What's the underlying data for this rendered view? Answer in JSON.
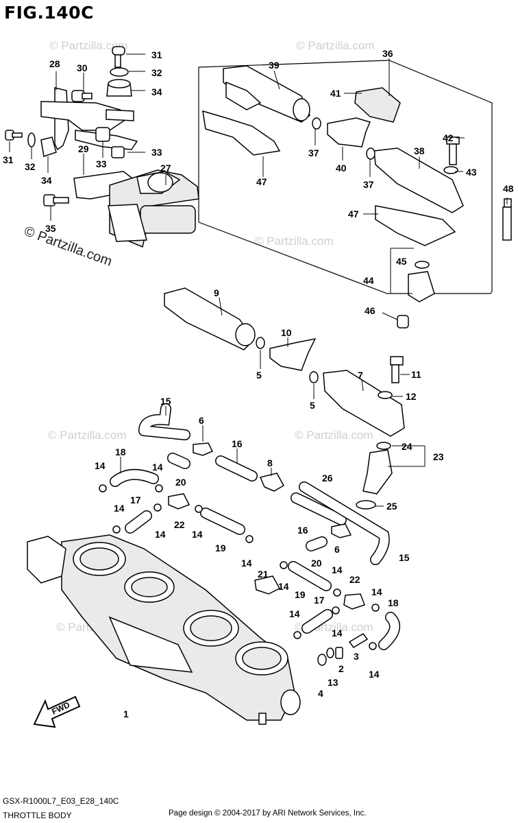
{
  "figure": {
    "title": "FIG.140C"
  },
  "watermarks": {
    "main": "© Partzilla.com",
    "faint": "© Partzilla.com"
  },
  "footer": {
    "model_code": "GSX-R1000L7_E03_E28_140C",
    "section_name": "THROTTLE BODY",
    "credit": "Page design © 2004-2017 by ARI Network Services, Inc."
  },
  "fwd_label": "FWD",
  "callouts": [
    "31",
    "32",
    "34",
    "28",
    "30",
    "31",
    "32",
    "34",
    "33",
    "29",
    "33",
    "27",
    "35",
    "36",
    "39",
    "41",
    "42",
    "43",
    "37",
    "40",
    "37",
    "38",
    "47",
    "47",
    "48",
    "45",
    "44",
    "46",
    "9",
    "10",
    "5",
    "5",
    "7",
    "11",
    "12",
    "24",
    "23",
    "25",
    "15",
    "6",
    "16",
    "8",
    "18",
    "14",
    "20",
    "14",
    "17",
    "14",
    "22",
    "14",
    "14",
    "19",
    "26",
    "16",
    "6",
    "15",
    "20",
    "14",
    "21",
    "14",
    "19",
    "14",
    "22",
    "14",
    "18",
    "17",
    "14",
    "14",
    "3",
    "2",
    "4",
    "13",
    "14",
    "1"
  ],
  "colors": {
    "line": "#000000",
    "watermark": "#cfcfcf",
    "background": "#ffffff"
  }
}
